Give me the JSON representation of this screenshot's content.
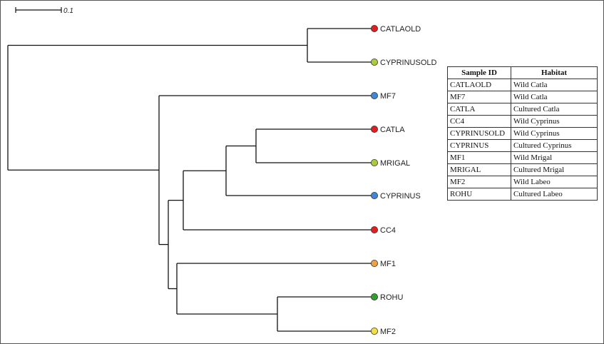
{
  "scale_bar": {
    "label": "0.1"
  },
  "tree": {
    "leaves": [
      {
        "id": "catlaold",
        "label": "CATLAOLD",
        "color": "#e02020"
      },
      {
        "id": "cyprinusold",
        "label": "CYPRINUSOLD",
        "color": "#a8cc3c"
      },
      {
        "id": "mf7",
        "label": "MF7",
        "color": "#3f86d6"
      },
      {
        "id": "catla",
        "label": "CATLA",
        "color": "#e02020"
      },
      {
        "id": "mrigal",
        "label": "MRIGAL",
        "color": "#a8cc3c"
      },
      {
        "id": "cyprinus",
        "label": "CYPRINUS",
        "color": "#3f86d6"
      },
      {
        "id": "cc4",
        "label": "CC4",
        "color": "#e02020"
      },
      {
        "id": "mf1",
        "label": "MF1",
        "color": "#f0a040"
      },
      {
        "id": "rohu",
        "label": "ROHU",
        "color": "#2fa02f"
      },
      {
        "id": "mf2",
        "label": "MF2",
        "color": "#f2e040"
      }
    ]
  },
  "table": {
    "headers": [
      "Sample ID",
      "Habitat"
    ],
    "rows": [
      [
        "CATLAOLD",
        "Wild Catla"
      ],
      [
        "MF7",
        "Wild Catla"
      ],
      [
        "CATLA",
        "Cultured Catla"
      ],
      [
        "CC4",
        "Wild Cyprinus"
      ],
      [
        "CYPRINUSOLD",
        "Wild Cyprinus"
      ],
      [
        "CYPRINUS",
        "Cultured Cyprinus"
      ],
      [
        "MF1",
        "Wild Mrigal"
      ],
      [
        "MRIGAL",
        "Cultured Mrigal"
      ],
      [
        "MF2",
        "Wild Labeo"
      ],
      [
        "ROHU",
        "Cultured Labeo"
      ]
    ]
  }
}
